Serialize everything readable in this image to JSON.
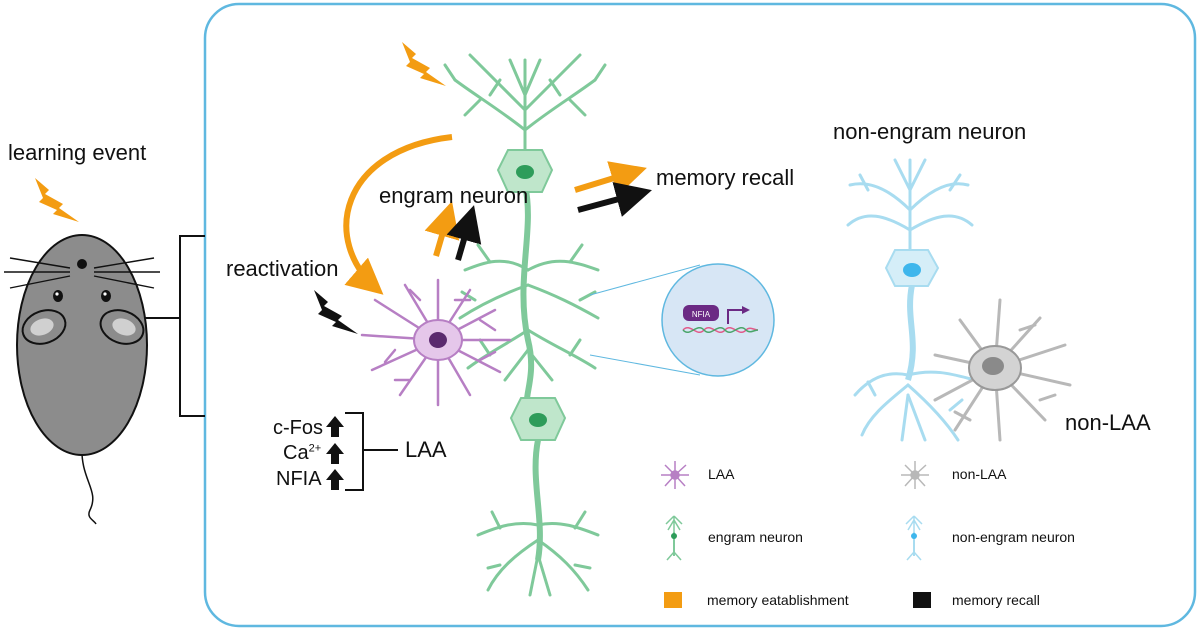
{
  "labels": {
    "learning_event": "learning event",
    "reactivation": "reactivation",
    "engram_neuron": "engram neuron",
    "memory_recall": "memory recall",
    "non_engram_neuron": "non-engram neuron",
    "non_laa": "non-LAA",
    "laa": "LAA",
    "nfia_box": "NFIA"
  },
  "markers": {
    "cfos": "c-Fos",
    "ca_base": "Ca",
    "ca_sup": "2+",
    "nfia": "NFIA"
  },
  "legend": {
    "laa": "LAA",
    "non_laa": "non-LAA",
    "engram": "engram neuron",
    "non_engram": "non-engram neuron",
    "establishment": "memory eatablishment",
    "recall": "memory recall"
  },
  "colors": {
    "frame": "#5fb8e0",
    "orange": "#f39c12",
    "black": "#111111",
    "engram": "#7fc99a",
    "engram_dark": "#2e9c5a",
    "laa": "#b77fc4",
    "non_engram": "#a8dcf0",
    "non_laa": "#b8b8b8",
    "mouse": "#8c8c8c"
  }
}
